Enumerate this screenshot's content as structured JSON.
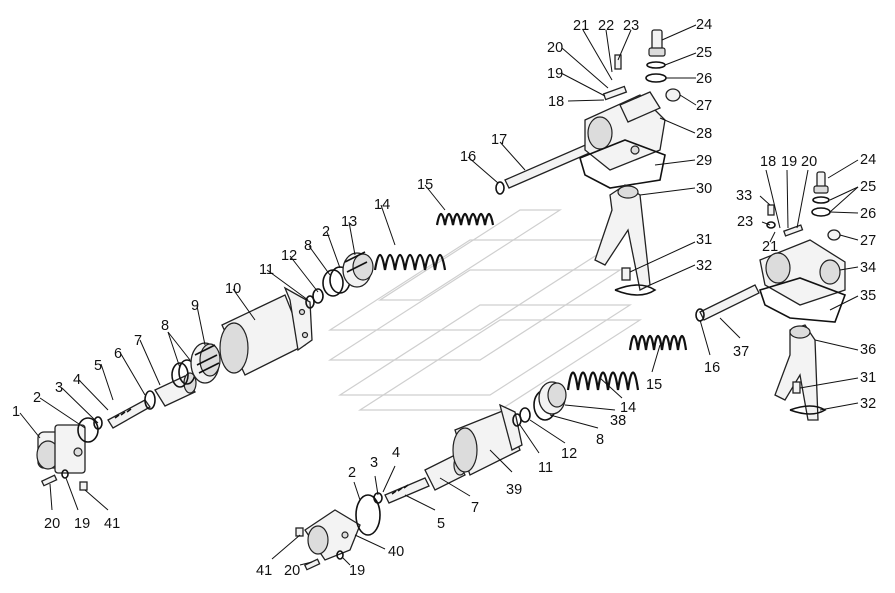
{
  "callouts_upper": [
    "1",
    "2",
    "3",
    "4",
    "5",
    "6",
    "7",
    "8",
    "9",
    "10",
    "11",
    "12",
    "8",
    "2",
    "13",
    "14",
    "15",
    "16",
    "17",
    "18",
    "19",
    "20",
    "21",
    "22",
    "23",
    "24",
    "25",
    "26",
    "27",
    "28",
    "29",
    "30",
    "31",
    "32"
  ],
  "callouts_lower_left": [
    "20",
    "19",
    "41"
  ],
  "callouts_right": [
    "18",
    "19",
    "20",
    "24",
    "33",
    "23",
    "25",
    "26",
    "21",
    "27",
    "34",
    "35",
    "36",
    "31",
    "32"
  ],
  "callouts_lower": [
    "2",
    "3",
    "4",
    "5",
    "7",
    "39",
    "11",
    "12",
    "8",
    "38",
    "14",
    "15",
    "16",
    "37",
    "40",
    "41",
    "20",
    "19"
  ]
}
